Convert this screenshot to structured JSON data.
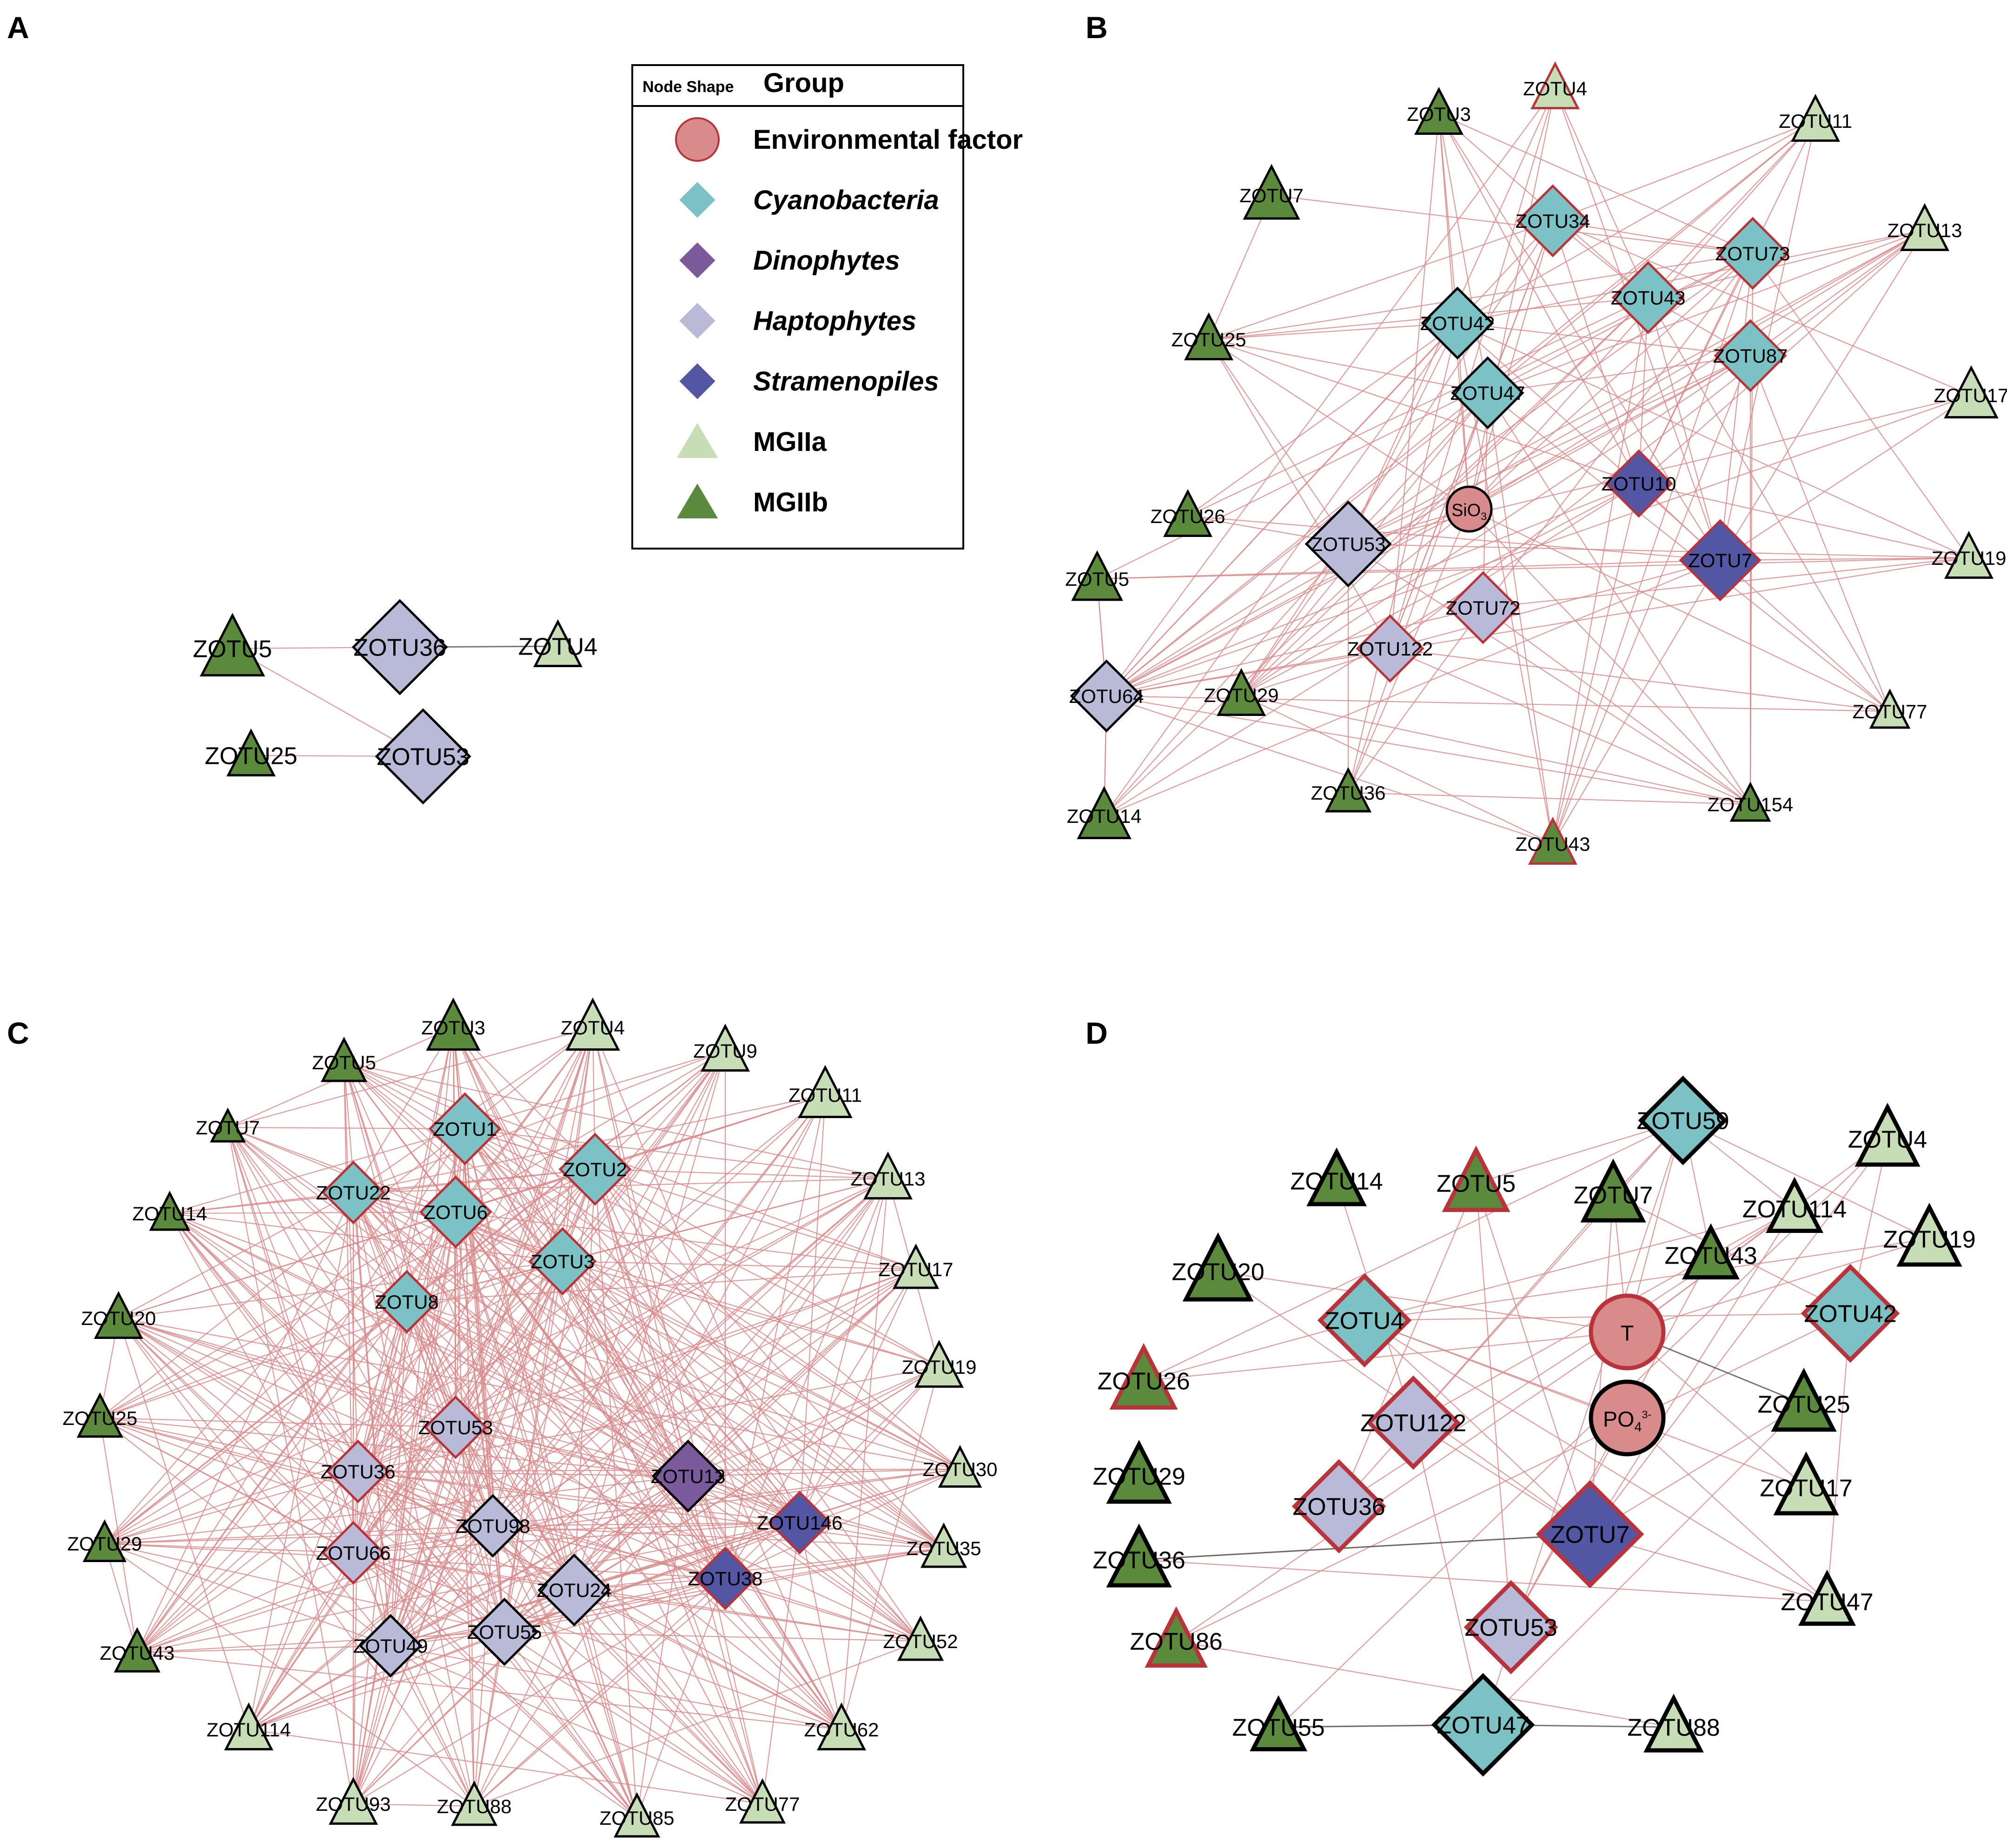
{
  "groups": {
    "env": {
      "fill": "#d98a8a",
      "label": "Environmental factor"
    },
    "cyano": {
      "fill": "#7cc2c4",
      "label": "Cyanobacteria"
    },
    "dino": {
      "fill": "#7b5a9c",
      "label": "Dinophytes"
    },
    "hapto": {
      "fill": "#b9bad8",
      "label": "Haptophytes"
    },
    "strame": {
      "fill": "#5356a2",
      "label": "Stramenopiles"
    },
    "mgiia": {
      "fill": "#c6ddb6",
      "label": "MGIIa"
    },
    "mgiib": {
      "fill": "#5b8a3c",
      "label": "MGIIb"
    }
  },
  "colors": {
    "edge": "#d9898b",
    "edge_dark": "#555555",
    "border_red": "#b8343a",
    "border_black": "#000000"
  },
  "legend": {
    "header_left": "Node Shape",
    "header_right": "Group",
    "items": [
      {
        "group": "env",
        "shape": "circle",
        "italic": false
      },
      {
        "group": "cyano",
        "shape": "diamond",
        "italic": true
      },
      {
        "group": "dino",
        "shape": "diamond",
        "italic": true
      },
      {
        "group": "hapto",
        "shape": "diamond",
        "italic": true
      },
      {
        "group": "strame",
        "shape": "diamond",
        "italic": true
      },
      {
        "group": "mgiia",
        "shape": "triangle",
        "italic": false
      },
      {
        "group": "mgiib",
        "shape": "triangle",
        "italic": false
      }
    ]
  },
  "panels": [
    {
      "letter": "A",
      "nodes": [
        {
          "id": "a1",
          "label": "ZOTU5",
          "group": "mgiib"
        },
        {
          "id": "a2",
          "label": "ZOTU36",
          "group": "hapto"
        },
        {
          "id": "a3",
          "label": "ZOTU4",
          "group": "mgiia"
        },
        {
          "id": "a4",
          "label": "ZOTU25",
          "group": "mgiib"
        },
        {
          "id": "a5",
          "label": "ZOTU53",
          "group": "hapto"
        }
      ],
      "edges": [
        [
          "a1",
          "a2"
        ],
        [
          "a2",
          "a3"
        ],
        [
          "a1",
          "a5"
        ],
        [
          "a4",
          "a5"
        ]
      ]
    },
    {
      "letter": "B",
      "nodes": [
        {
          "id": "b_zotu4",
          "label": "ZOTU4",
          "group": "mgiia"
        },
        {
          "id": "b_zotu3",
          "label": "ZOTU3",
          "group": "mgiib"
        },
        {
          "id": "b_zotu11",
          "label": "ZOTU11",
          "group": "mgiia"
        },
        {
          "id": "b_zotu7t",
          "label": "ZOTU7",
          "group": "mgiib"
        },
        {
          "id": "b_zotu34",
          "label": "ZOTU34",
          "group": "cyano"
        },
        {
          "id": "b_zotu73",
          "label": "ZOTU73",
          "group": "cyano"
        },
        {
          "id": "b_zotu13",
          "label": "ZOTU13",
          "group": "mgiia"
        },
        {
          "id": "b_zotu43d",
          "label": "ZOTU43",
          "group": "cyano"
        },
        {
          "id": "b_zotu42",
          "label": "ZOTU42",
          "group": "cyano"
        },
        {
          "id": "b_zotu25",
          "label": "ZOTU25",
          "group": "mgiib"
        },
        {
          "id": "b_zotu87",
          "label": "ZOTU87",
          "group": "cyano"
        },
        {
          "id": "b_zotu47",
          "label": "ZOTU47",
          "group": "cyano"
        },
        {
          "id": "b_zotu17",
          "label": "ZOTU17",
          "group": "mgiia"
        },
        {
          "id": "b_zotu10",
          "label": "ZOTU10",
          "group": "strame"
        },
        {
          "id": "b_sio",
          "label": "SiO",
          "sub": "3",
          "group": "env"
        },
        {
          "id": "b_zotu26",
          "label": "ZOTU26",
          "group": "mgiib"
        },
        {
          "id": "b_zotu53",
          "label": "ZOTU53",
          "group": "hapto"
        },
        {
          "id": "b_zotu7d",
          "label": "ZOTU7",
          "group": "strame"
        },
        {
          "id": "b_zotu19",
          "label": "ZOTU19",
          "group": "mgiia"
        },
        {
          "id": "b_zotu5",
          "label": "ZOTU5",
          "group": "mgiib"
        },
        {
          "id": "b_zotu72",
          "label": "ZOTU72",
          "group": "hapto"
        },
        {
          "id": "b_zotu122",
          "label": "ZOTU122",
          "group": "hapto"
        },
        {
          "id": "b_zotu64",
          "label": "ZOTU64",
          "group": "hapto"
        },
        {
          "id": "b_zotu29",
          "label": "ZOTU29",
          "group": "mgiib"
        },
        {
          "id": "b_zotu77",
          "label": "ZOTU77",
          "group": "mgiia"
        },
        {
          "id": "b_zotu36",
          "label": "ZOTU36",
          "group": "mgiib"
        },
        {
          "id": "b_zotu14",
          "label": "ZOTU14",
          "group": "mgiib"
        },
        {
          "id": "b_zotu43t",
          "label": "ZOTU43",
          "group": "mgiib"
        },
        {
          "id": "b_zotu154",
          "label": "ZOTU154",
          "group": "mgiib"
        }
      ]
    },
    {
      "letter": "C",
      "nodes": [
        {
          "id": "c_zotu3t",
          "label": "ZOTU3",
          "group": "mgiib"
        },
        {
          "id": "c_zotu4",
          "label": "ZOTU4",
          "group": "mgiia"
        },
        {
          "id": "c_zotu5",
          "label": "ZOTU5",
          "group": "mgiib"
        },
        {
          "id": "c_zotu9",
          "label": "ZOTU9",
          "group": "mgiia"
        },
        {
          "id": "c_zotu7",
          "label": "ZOTU7",
          "group": "mgiib"
        },
        {
          "id": "c_zotu11",
          "label": "ZOTU11",
          "group": "mgiia"
        },
        {
          "id": "c_zotu1",
          "label": "ZOTU1",
          "group": "cyano"
        },
        {
          "id": "c_zotu2",
          "label": "ZOTU2",
          "group": "cyano"
        },
        {
          "id": "c_zotu22",
          "label": "ZOTU22",
          "group": "cyano"
        },
        {
          "id": "c_zotu14",
          "label": "ZOTU14",
          "group": "mgiib"
        },
        {
          "id": "c_zotu13",
          "label": "ZOTU13",
          "group": "mgiia"
        },
        {
          "id": "c_zotu6",
          "label": "ZOTU6",
          "group": "cyano"
        },
        {
          "id": "c_zotu3d",
          "label": "ZOTU3",
          "group": "cyano"
        },
        {
          "id": "c_zotu17",
          "label": "ZOTU17",
          "group": "mgiia"
        },
        {
          "id": "c_zotu8",
          "label": "ZOTU8",
          "group": "cyano"
        },
        {
          "id": "c_zotu20",
          "label": "ZOTU20",
          "group": "mgiib"
        },
        {
          "id": "c_zotu19",
          "label": "ZOTU19",
          "group": "mgiia"
        },
        {
          "id": "c_zotu53",
          "label": "ZOTU53",
          "group": "hapto"
        },
        {
          "id": "c_zotu25",
          "label": "ZOTU25",
          "group": "mgiib"
        },
        {
          "id": "c_zotu36",
          "label": "ZOTU36",
          "group": "hapto"
        },
        {
          "id": "c_zotu13d",
          "label": "ZOTU13",
          "group": "dino"
        },
        {
          "id": "c_zotu30",
          "label": "ZOTU30",
          "group": "mgiia"
        },
        {
          "id": "c_zotu146",
          "label": "ZOTU146",
          "group": "strame"
        },
        {
          "id": "c_zotu98",
          "label": "ZOTU98",
          "group": "hapto"
        },
        {
          "id": "c_zotu66",
          "label": "ZOTU66",
          "group": "hapto"
        },
        {
          "id": "c_zotu29",
          "label": "ZOTU29",
          "group": "mgiib"
        },
        {
          "id": "c_zotu35",
          "label": "ZOTU35",
          "group": "mgiia"
        },
        {
          "id": "c_zotu24",
          "label": "ZOTU24",
          "group": "hapto"
        },
        {
          "id": "c_zotu38",
          "label": "ZOTU38",
          "group": "strame"
        },
        {
          "id": "c_zotu55",
          "label": "ZOTU55",
          "group": "hapto"
        },
        {
          "id": "c_zotu49",
          "label": "ZOTU49",
          "group": "hapto"
        },
        {
          "id": "c_zotu43",
          "label": "ZOTU43",
          "group": "mgiib"
        },
        {
          "id": "c_zotu52",
          "label": "ZOTU52",
          "group": "mgiia"
        },
        {
          "id": "c_zotu114",
          "label": "ZOTU114",
          "group": "mgiia"
        },
        {
          "id": "c_zotu62",
          "label": "ZOTU62",
          "group": "mgiia"
        },
        {
          "id": "c_zotu93",
          "label": "ZOTU93",
          "group": "mgiia"
        },
        {
          "id": "c_zotu77",
          "label": "ZOTU77",
          "group": "mgiia"
        },
        {
          "id": "c_zotu88",
          "label": "ZOTU88",
          "group": "mgiia"
        },
        {
          "id": "c_zotu85",
          "label": "ZOTU85",
          "group": "mgiia"
        }
      ]
    },
    {
      "letter": "D",
      "nodes": [
        {
          "id": "d_zotu59",
          "label": "ZOTU59",
          "group": "cyano"
        },
        {
          "id": "d_zotu4t",
          "label": "ZOTU4",
          "group": "mgiia"
        },
        {
          "id": "d_zotu14",
          "label": "ZOTU14",
          "group": "mgiib"
        },
        {
          "id": "d_zotu5",
          "label": "ZOTU5",
          "group": "mgiib"
        },
        {
          "id": "d_zotu7t",
          "label": "ZOTU7",
          "group": "mgiib"
        },
        {
          "id": "d_zotu114",
          "label": "ZOTU114",
          "group": "mgiia"
        },
        {
          "id": "d_zotu19",
          "label": "ZOTU19",
          "group": "mgiia"
        },
        {
          "id": "d_zotu43",
          "label": "ZOTU43",
          "group": "mgiib"
        },
        {
          "id": "d_zotu20",
          "label": "ZOTU20",
          "group": "mgiib"
        },
        {
          "id": "d_zotu4d",
          "label": "ZOTU4",
          "group": "cyano"
        },
        {
          "id": "d_t",
          "label": "T",
          "group": "env"
        },
        {
          "id": "d_zotu42",
          "label": "ZOTU42",
          "group": "cyano"
        },
        {
          "id": "d_zotu26",
          "label": "ZOTU26",
          "group": "mgiib"
        },
        {
          "id": "d_zotu122",
          "label": "ZOTU122",
          "group": "hapto"
        },
        {
          "id": "d_po4",
          "label": "PO",
          "sub": "4",
          "sup": "3-",
          "group": "env"
        },
        {
          "id": "d_zotu25",
          "label": "ZOTU25",
          "group": "mgiib"
        },
        {
          "id": "d_zotu29",
          "label": "ZOTU29",
          "group": "mgiib"
        },
        {
          "id": "d_zotu36d",
          "label": "ZOTU36",
          "group": "hapto"
        },
        {
          "id": "d_zotu17",
          "label": "ZOTU17",
          "group": "mgiia"
        },
        {
          "id": "d_zotu36t",
          "label": "ZOTU36",
          "group": "mgiib"
        },
        {
          "id": "d_zotu7d",
          "label": "ZOTU7",
          "group": "strame"
        },
        {
          "id": "d_zotu47t",
          "label": "ZOTU47",
          "group": "mgiia"
        },
        {
          "id": "d_zotu86",
          "label": "ZOTU86",
          "group": "mgiib"
        },
        {
          "id": "d_zotu53",
          "label": "ZOTU53",
          "group": "hapto"
        },
        {
          "id": "d_zotu55",
          "label": "ZOTU55",
          "group": "mgiib"
        },
        {
          "id": "d_zotu47d",
          "label": "ZOTU47",
          "group": "cyano"
        },
        {
          "id": "d_zotu88",
          "label": "ZOTU88",
          "group": "mgiia"
        }
      ]
    }
  ]
}
